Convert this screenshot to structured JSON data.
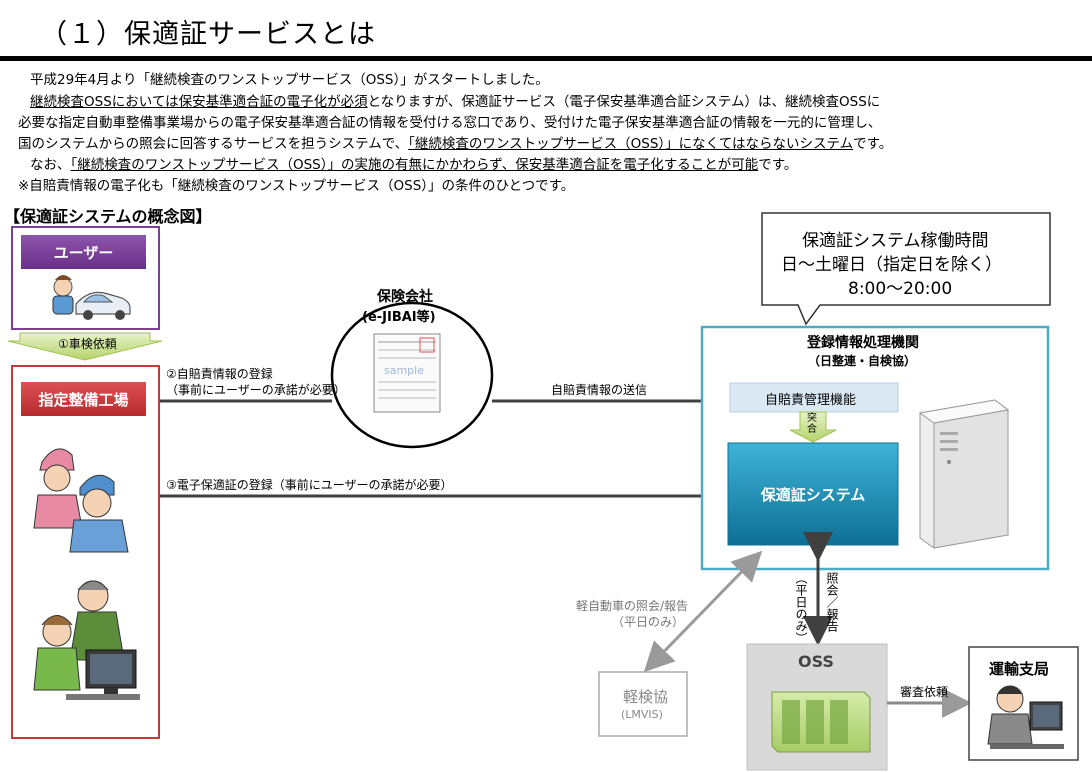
{
  "title": "（１）保適証サービスとは",
  "intro": {
    "line1": "平成29年4月より「継続検査のワンストップサービス（OSS）」がスタートしました。",
    "line2a": "継続検査OSSにおいては保安基準適合証の電子化が必須",
    "line2b": "となりますが、保適証サービス（電子保安基準適合証システム）は、継続検査OSSに",
    "line3": "必要な指定自動車整備事業場からの電子保安基準適合証の情報を受付ける窓口であり、受付けた電子保安基準適合証の情報を一元的に管理し、",
    "line4a": "国のシステムからの照会に回答するサービスを担うシステムで、",
    "line4b": "「継続検査のワンストップサービス（OSS）」になくてはならないシステム",
    "line4c": "です。",
    "line5a": "なお、",
    "line5b": "「継続検査のワンストップサービス（OSS）」の実施の有無にかかわらず、保安基準適合証を電子化することが可能",
    "line5c": "です。",
    "line6": "※自賠責情報の電子化も「継続検査のワンストップサービス（OSS）」の条件のひとつです。"
  },
  "diagram": {
    "heading": "【保適証システムの概念図】",
    "user_label": "ユーザー",
    "step1": "①車検依頼",
    "workshop_label": "指定整備工場",
    "insurer_title": "保険会社",
    "insurer_sub": "(e-JIBAI等)",
    "sample": "sample",
    "step2_line1": "②自賠責情報の登録",
    "step2_line2": "（事前にユーザーの承諾が必要）",
    "send_label": "自賠責情報の送信",
    "step3": "③電子保適証の登録（事前にユーザーの承諾が必要）",
    "hours_line1": "保適証システム稼働時間",
    "hours_line2": "日～土曜日（指定日を除く）",
    "hours_line3": "8:00～20:00",
    "org_title": "登録情報処理機関",
    "org_sub": "（日整連・自検協）",
    "jibai_func": "自賠責管理機能",
    "match_label": "突合",
    "hotekisho_system": "保適証システム",
    "kei_query": "軽自動車の照会/報告",
    "kei_query_sub": "（平日のみ）",
    "oss_query": "照会／報告",
    "oss_query_sub": "（平日のみ）",
    "keikenkyo": "軽検協",
    "keikenkyo_sub": "(LMVIS)",
    "oss_label": "OSS",
    "review_request": "審査依頼",
    "transport_bureau": "運輸支局"
  },
  "colors": {
    "purple": "#7b3f98",
    "red": "#c8373b",
    "teal": "#1f8fb3",
    "arrow": "#404040",
    "gray": "#a6a6a6"
  }
}
